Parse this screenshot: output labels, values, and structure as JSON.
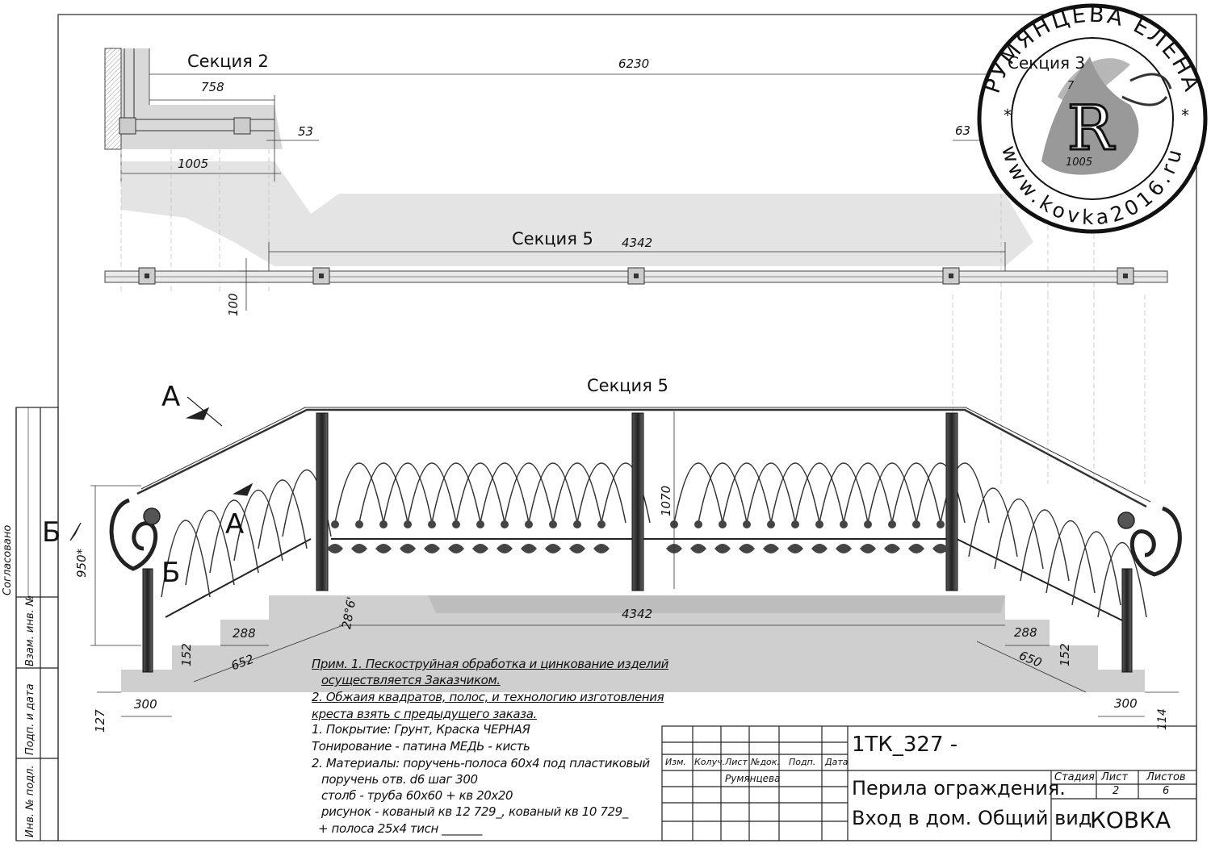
{
  "sections": {
    "plan_left_title": "Секция 2",
    "plan_right_title": "Секция 3",
    "plan_mid_title": "Секция 5",
    "elevation_title": "Секция 5"
  },
  "dimensions": {
    "total": "6230",
    "left_top": "758",
    "left_offset": "53",
    "left_width": "1005",
    "right_offset": "63",
    "right_top": "7",
    "right_width": "1005",
    "plan_span": "4342",
    "plan_depth": "100",
    "height_main": "1070",
    "height_side": "950*",
    "angle": "28°6'",
    "bottom_span": "4342",
    "step_left_tread": "288",
    "step_left_diag": "652",
    "step_left_rise": "152",
    "step_left_base": "300",
    "step_left_low": "127",
    "step_right_tread": "288",
    "step_right_diag": "650",
    "step_right_rise": "152",
    "step_right_base": "300",
    "step_right_low": "114"
  },
  "view_marks": {
    "a1": "А",
    "a2": "А",
    "b1": "Б",
    "b2": "Б"
  },
  "notes": [
    "Прим. 1. Пескоструйная обработка и цинкование изделий",
    "осуществляется Заказчиком.",
    "2. Обжаия квадратов, полос, и технологию изготовления",
    "креста взять с предыдущего заказа.",
    "1. Покрытие: Грунт, Краска ЧЕРНАЯ",
    "Тонирование - патина МЕДЬ - кисть",
    "2. Материалы: поручень-полоса 60х4 под пластиковый",
    "поручень    отв. d6 шаг 300",
    "столб - труба 60х60 + кв 20х20",
    "рисунок - кованый кв 12 729_, кованый кв 10 729_",
    "+    полоса 25х4 тисн _______"
  ],
  "side_strip": {
    "agreed": "Согласовано",
    "inv_replace": "Взам. инв. №",
    "sign_date": "Подп. и дата",
    "inv_orig": "Инв. № подл."
  },
  "title_block": {
    "doc_code": "1ТК_327 -",
    "headers": [
      "Изм.",
      "Колуч.",
      "Лист",
      "№док.",
      "Подп.",
      "Дата"
    ],
    "author": "Румянцева",
    "title_line1": "Перила ограждения.",
    "title_line2": "Вход в дом. Общий вид",
    "stage_label": "Стадия",
    "sheet_label": "Лист",
    "sheets_label": "Листов",
    "sheet": "2",
    "sheets": "6",
    "company": "КОВКА"
  },
  "stamp": {
    "name": "РУМЯНЦЕВА ЕЛЕНА",
    "site": "www.kovka2016.ru",
    "star": "*",
    "monogram": "R"
  },
  "colors": {
    "line": "#222222",
    "shade": "#d6d6d6",
    "metal": "#3a3a3a"
  }
}
